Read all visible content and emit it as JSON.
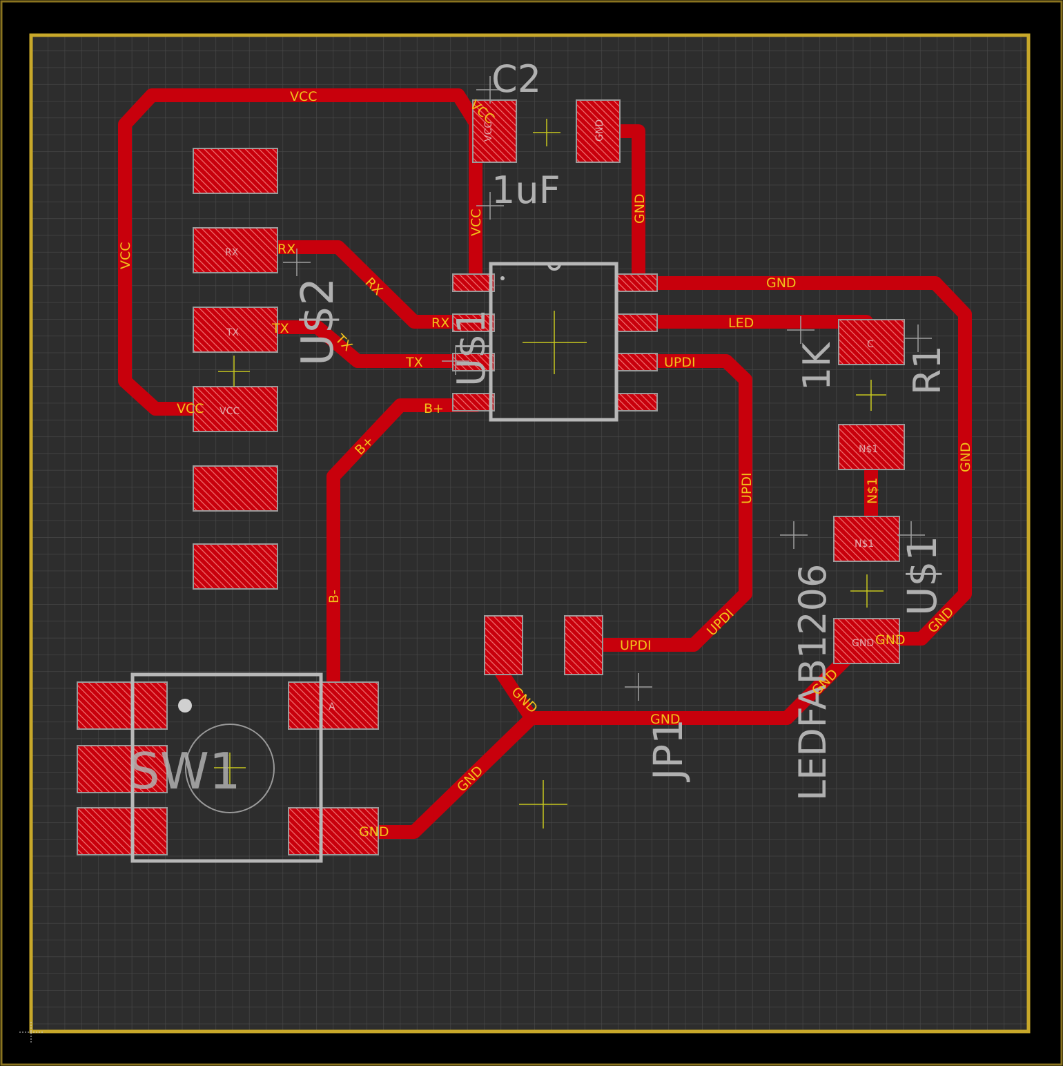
{
  "colors": {
    "background": "#000000",
    "board_fill": "#2d2d2d",
    "grid": "#4a4a4a",
    "outline": "#c8a82a",
    "copper": "#c8000c",
    "pad_hatch": "#f07070",
    "silkscreen": "#b8b8b8",
    "net_label": "#f2c21a",
    "origin_cross": "#c8c81e"
  },
  "components": {
    "c2_name": "C2",
    "c2_value": "1uF",
    "u1_name": "U$1",
    "u1_name_short": "1",
    "us2_name": "U$2",
    "r1_name": "R1",
    "r1_value": "1K",
    "led_name": "LEDFAB1206",
    "us1_name": "U$1",
    "jp1_name": "JP1",
    "sw1_name": "SW1"
  },
  "nets": {
    "vcc": "VCC",
    "gnd": "GND",
    "rx": "RX",
    "tx": "TX",
    "led": "LED",
    "updi": "UPDI",
    "bplus": "B+",
    "bminus": "B-",
    "n1": "N$1"
  },
  "pads": {
    "vcc": "VCC",
    "rx": "RX",
    "tx": "TX",
    "n1": "N$1",
    "gnd": "GND",
    "c": "C",
    "a": "A"
  }
}
